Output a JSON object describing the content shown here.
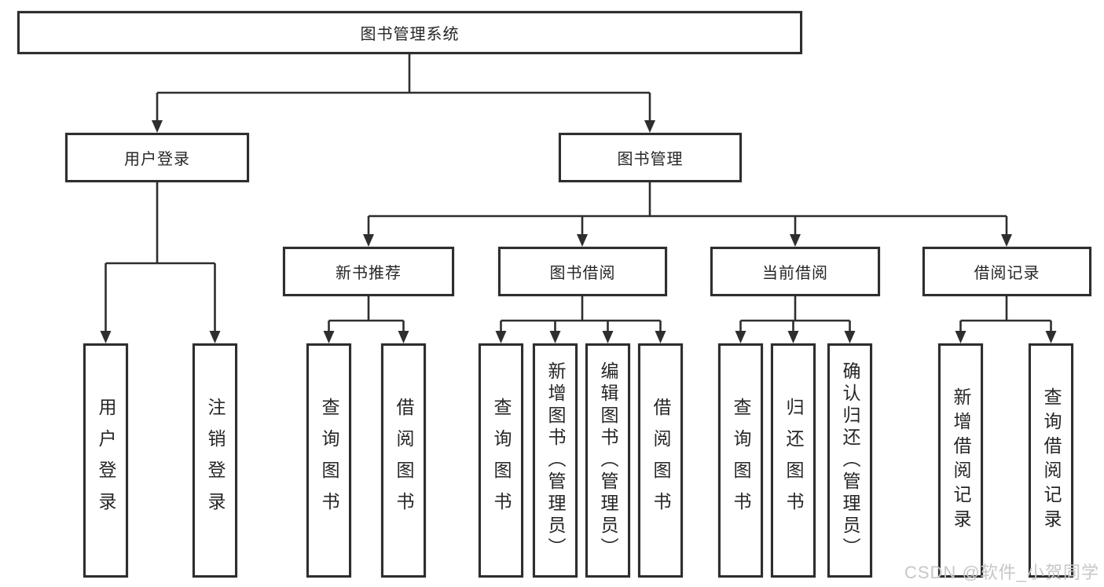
{
  "diagram": {
    "type": "hierarchy-tree",
    "root": {
      "label": "图书管理系统"
    },
    "level2": [
      {
        "label": "用户登录"
      },
      {
        "label": "图书管理"
      }
    ],
    "level3": [
      {
        "label": "新书推荐"
      },
      {
        "label": "图书借阅"
      },
      {
        "label": "当前借阅"
      },
      {
        "label": "借阅记录"
      }
    ],
    "user_login_children": [
      {
        "label": "用户登录"
      },
      {
        "label": "注销登录"
      }
    ],
    "new_book_recommend_children": [
      {
        "label": "查询图书"
      },
      {
        "label": "借阅图书"
      }
    ],
    "book_borrow_children": [
      {
        "label": "查询图书"
      },
      {
        "label": "新增图书（管理员）"
      },
      {
        "label": "编辑图书（管理员）"
      },
      {
        "label": "借阅图书"
      }
    ],
    "current_borrow_children": [
      {
        "label": "查询图书"
      },
      {
        "label": "归还图书"
      },
      {
        "label": "确认归还（管理员）"
      }
    ],
    "borrow_record_children": [
      {
        "label": "新增借阅记录"
      },
      {
        "label": "查询借阅记录"
      }
    ]
  },
  "watermark": {
    "text": "CSDN @软件_小贺同学"
  },
  "colors": {
    "line": "#2e2e2e",
    "text": "#262626",
    "background": "#ffffff",
    "watermark": "#c9c9c9"
  }
}
